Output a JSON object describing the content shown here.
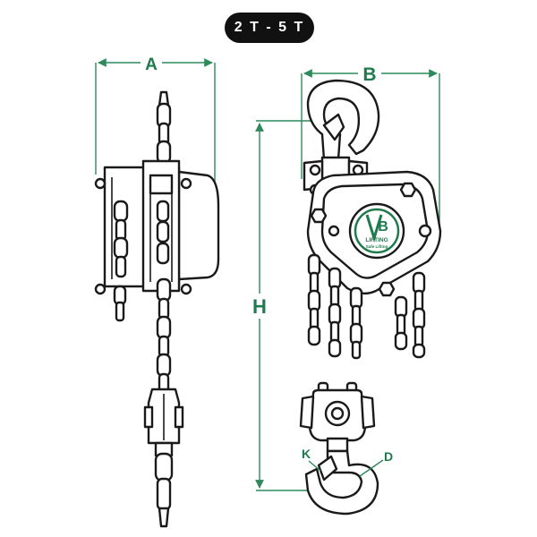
{
  "badge": {
    "label": "2 T - 5 T"
  },
  "dimensions": {
    "a": "A",
    "b": "B",
    "h": "H",
    "k": "K",
    "d": "D"
  },
  "logo": {
    "mark": "B",
    "line1": "LIFTING",
    "line2": "Safe Lifting"
  },
  "colors": {
    "accent": "#1f7a4d",
    "badge_bg": "#111111",
    "outline": "#1a1a1a"
  }
}
